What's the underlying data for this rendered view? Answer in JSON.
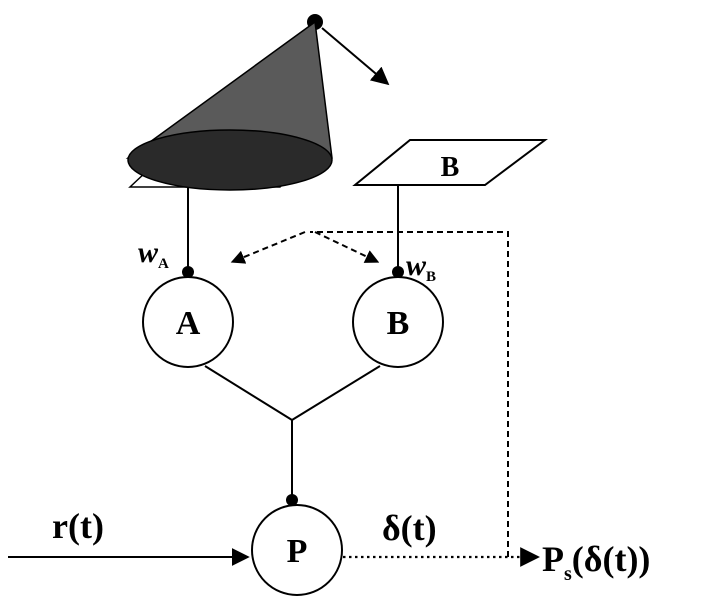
{
  "nodes": {
    "a": {
      "label": "A"
    },
    "b": {
      "label": "B"
    },
    "p": {
      "label": "P"
    }
  },
  "plane_b": {
    "label": "B"
  },
  "weights": {
    "a": {
      "symbol": "w",
      "subscript": "A"
    },
    "b": {
      "symbol": "w",
      "subscript": "B"
    }
  },
  "signals": {
    "input": "r(t)",
    "error": "δ(t)",
    "output": {
      "main": "P",
      "subscript": "s",
      "arg": "(δ(t))"
    }
  },
  "colors": {
    "stroke": "#000000",
    "cone_fill": "#5a5a5a",
    "cone_base": "#2a2a2a",
    "background": "#ffffff"
  }
}
